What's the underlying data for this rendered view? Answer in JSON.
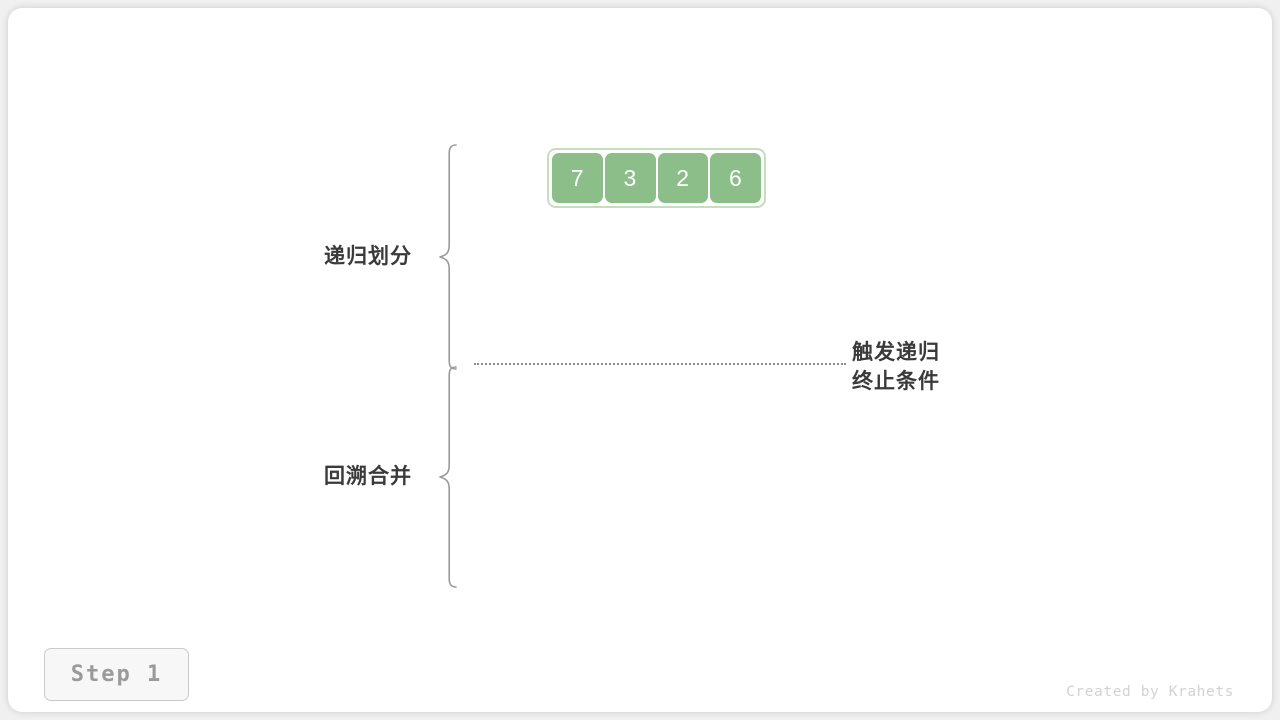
{
  "figure": {
    "title_implicit": "merge-sort-divide-and-merge",
    "background_color": "#ffffff",
    "card_color": "#ffffff"
  },
  "array": {
    "name": "input-array",
    "values": [
      "7",
      "3",
      "2",
      "6"
    ],
    "cell_fill": "#8bbe88",
    "cell_text_color": "#ffffff",
    "outer_border_color": "#c4dfbe"
  },
  "labels": {
    "divide": "递归划分",
    "merge": "回溯合并",
    "text_color": "#3a3a3a"
  },
  "annotation": {
    "line1": "触发递归",
    "line2": "终止条件"
  },
  "divider": {
    "style": "dotted",
    "color": "#8d8d8d"
  },
  "step_badge": {
    "label": "Step 1",
    "text_color": "#9a9a9a",
    "border_color": "#cbcbcb",
    "fill_color": "#f7f7f7"
  },
  "watermark": {
    "text": "Created by Krahets",
    "color": "#d2d2d2"
  }
}
